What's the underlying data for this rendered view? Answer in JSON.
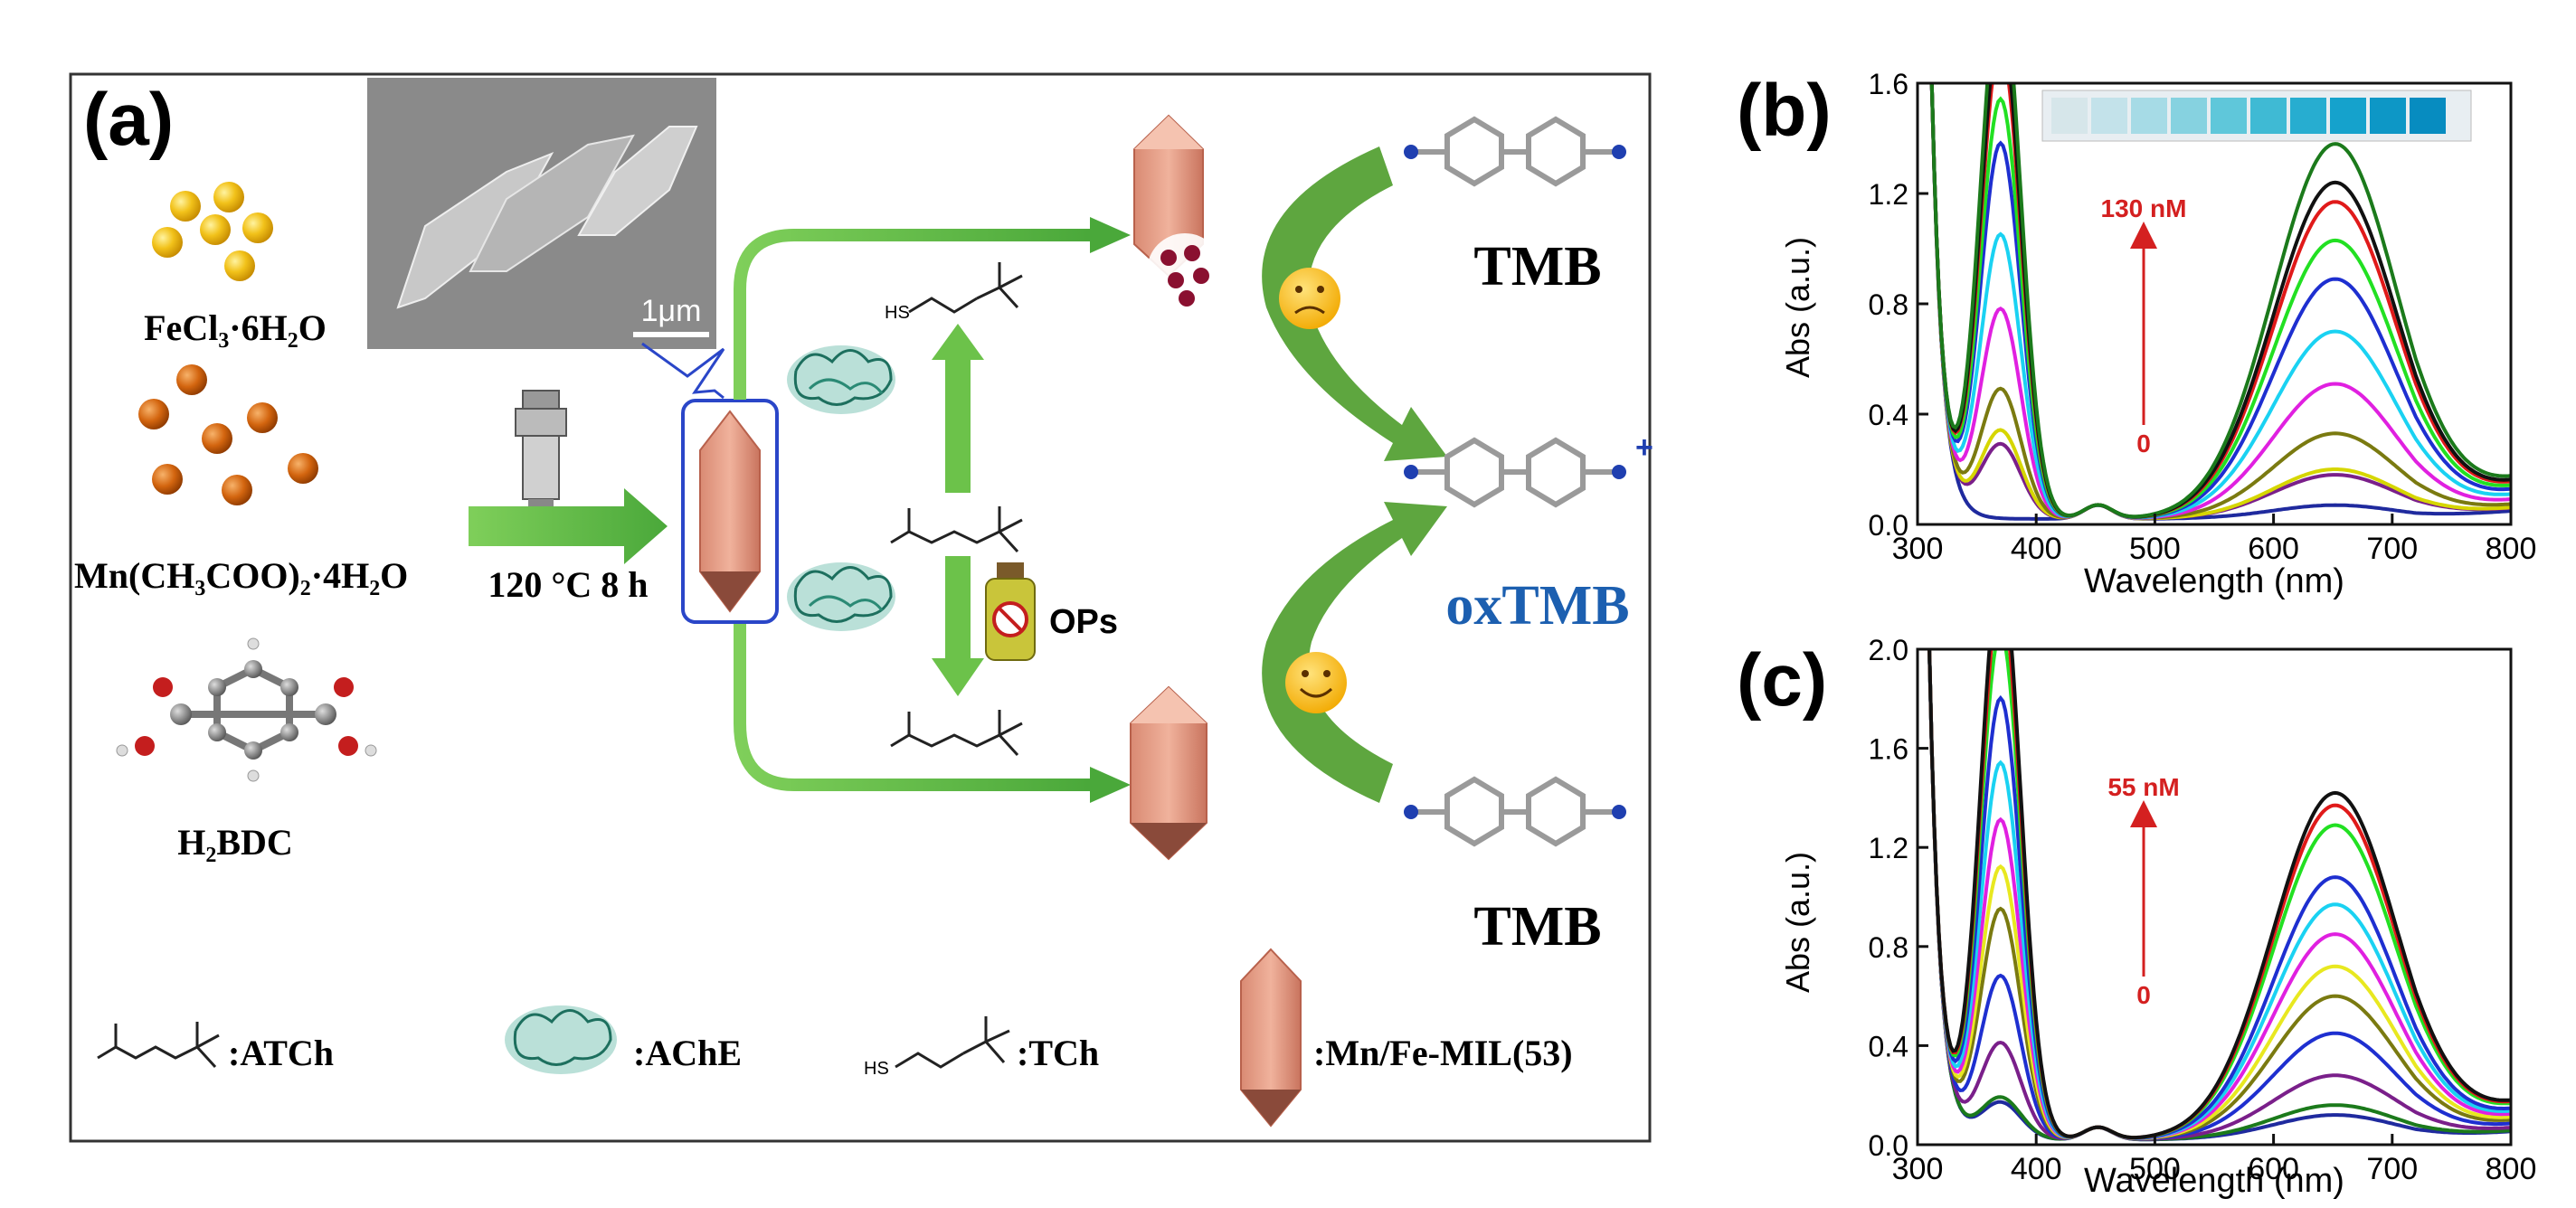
{
  "panel_a": {
    "label": "(a)",
    "sem_scale": "1μm",
    "reagents": {
      "fecl3": "FeCl₃·6H₂O",
      "mn_acetate": "Mn(CH₃COO)₂·4H₂O",
      "h2bdc": "H₂BDC"
    },
    "condition": "120 °C 8 h",
    "molecule_labels": {
      "tmb_top": "TMB",
      "oxtmb": "oxTMB",
      "tmb_bottom": "TMB",
      "ops": "OPs",
      "hs": "HS",
      "plus": "+"
    },
    "legend": {
      "atch": ":ATCh",
      "ache": ":AChE",
      "tch": ":TCh",
      "mof": ":Mn/Fe-MIL(53)"
    }
  },
  "chart_data": [
    {
      "panel": "(b)",
      "type": "line",
      "xlabel": "Wavelength (nm)",
      "ylabel": "Abs (a.u.)",
      "xlim": [
        300,
        800
      ],
      "ylim": [
        0.0,
        1.6
      ],
      "xticks": [
        "300",
        "400",
        "500",
        "600",
        "700",
        "800"
      ],
      "yticks": [
        "0.0",
        "0.4",
        "0.8",
        "1.2",
        "1.6"
      ],
      "annotation_top": "130 nM",
      "annotation_bottom": "0",
      "series": [
        {
          "color": "#1f2a9e",
          "peak652": 0.05,
          "peak370": 0.0
        },
        {
          "color": "#7a1f8a",
          "peak652": 0.16,
          "peak370": 0.27
        },
        {
          "color": "#d6d600",
          "peak652": 0.18,
          "peak370": 0.32
        },
        {
          "color": "#7a7a10",
          "peak652": 0.31,
          "peak370": 0.47
        },
        {
          "color": "#e020e0",
          "peak652": 0.49,
          "peak370": 0.76
        },
        {
          "color": "#1ad2f2",
          "peak652": 0.68,
          "peak370": 1.03
        },
        {
          "color": "#1e2fd0",
          "peak652": 0.87,
          "peak370": 1.36
        },
        {
          "color": "#22e022",
          "peak652": 1.01,
          "peak370": 1.52
        },
        {
          "color": "#e01a1a",
          "peak652": 1.15,
          "peak370": 1.72
        },
        {
          "color": "#111111",
          "peak652": 1.22,
          "peak370": 1.8
        },
        {
          "color": "#1b7a1b",
          "peak652": 1.36,
          "peak370": 1.95
        }
      ]
    },
    {
      "panel": "(c)",
      "type": "line",
      "xlabel": "Wavelength (nm)",
      "ylabel": "Abs (a.u.)",
      "xlim": [
        300,
        800
      ],
      "ylim": [
        0.0,
        2.0
      ],
      "xticks": [
        "300",
        "400",
        "500",
        "600",
        "700",
        "800"
      ],
      "yticks": [
        "0.0",
        "0.4",
        "0.8",
        "1.2",
        "1.6",
        "2.0"
      ],
      "annotation_top": "55 nM",
      "annotation_bottom": "0",
      "series": [
        {
          "color": "#1f2a9e",
          "peak652": 0.1,
          "peak370": 0.15
        },
        {
          "color": "#1b7a1b",
          "peak652": 0.14,
          "peak370": 0.17
        },
        {
          "color": "#7a1f8a",
          "peak652": 0.26,
          "peak370": 0.39
        },
        {
          "color": "#1e2fd0",
          "peak652": 0.43,
          "peak370": 0.66
        },
        {
          "color": "#7a7a10",
          "peak652": 0.58,
          "peak370": 0.93
        },
        {
          "color": "#e8e820",
          "peak652": 0.7,
          "peak370": 1.1
        },
        {
          "color": "#e020e0",
          "peak652": 0.83,
          "peak370": 1.29
        },
        {
          "color": "#1ad2f2",
          "peak652": 0.95,
          "peak370": 1.52
        },
        {
          "color": "#1e2fd0",
          "peak652": 1.06,
          "peak370": 1.78
        },
        {
          "color": "#22e022",
          "peak652": 1.27,
          "peak370": 2.05
        },
        {
          "color": "#e01a1a",
          "peak652": 1.35,
          "peak370": 2.2
        },
        {
          "color": "#111111",
          "peak652": 1.4,
          "peak370": 2.3
        }
      ]
    }
  ]
}
